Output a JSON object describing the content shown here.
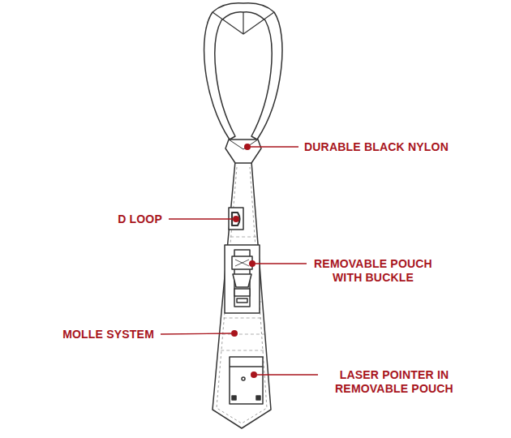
{
  "diagram": {
    "labels": [
      "DURABLE BLACK NYLON",
      "D LOOP",
      "REMOVABLE POUCH WITH BUCKLE",
      "MOLLE SYSTEM",
      "LASER POINTER IN REMOVABLE POUCH"
    ]
  }
}
